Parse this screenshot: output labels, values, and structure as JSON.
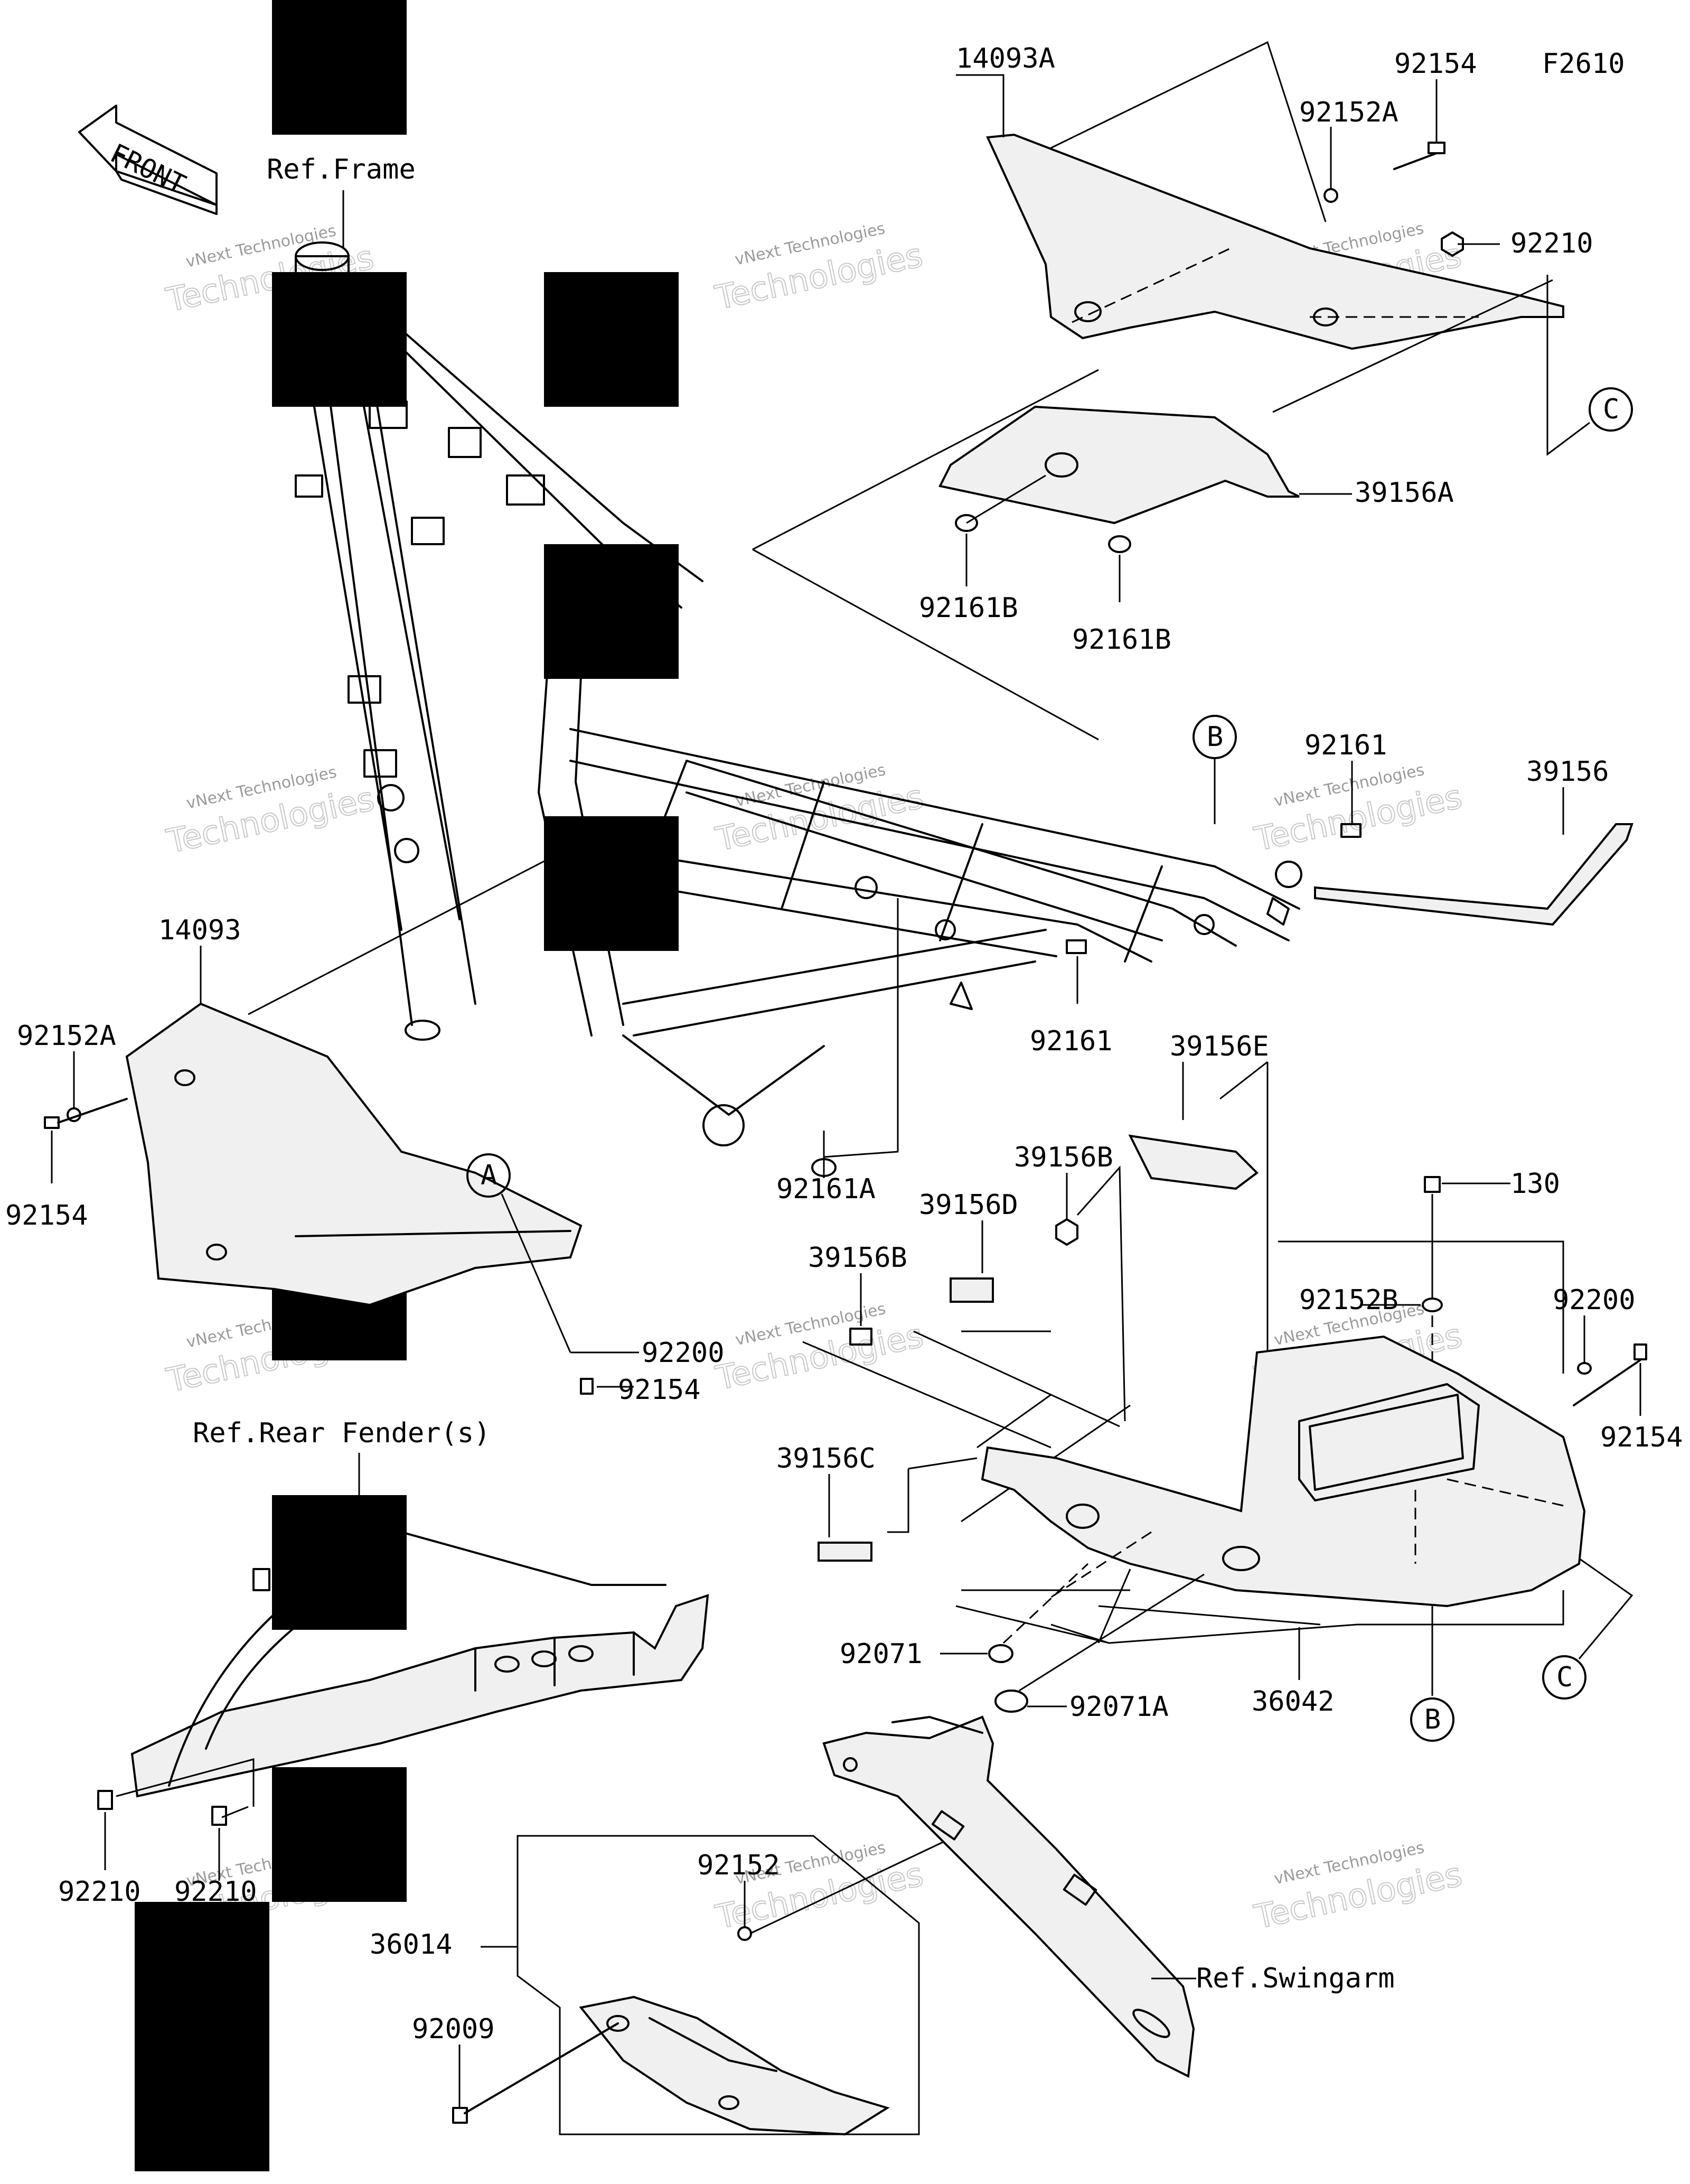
{
  "figure_code": "F2610",
  "front_label": "FRONT",
  "watermark": {
    "line1": "vNext Technologies",
    "line2": "Technologies"
  },
  "refs": {
    "frame": "Ref.Frame",
    "rear_fender": "Ref.Rear Fender(s)",
    "swingarm": "Ref.Swingarm"
  },
  "callouts": {
    "a": "A",
    "b": "B",
    "c": "C"
  },
  "parts": {
    "p14093A": "14093A",
    "p92154_top": "92154",
    "p92152A_top": "92152A",
    "p92210_top": "92210",
    "p39156A": "39156A",
    "p92161B_left": "92161B",
    "p92161B_right": "92161B",
    "p92161_top": "92161",
    "p39156": "39156",
    "p92161_low": "92161",
    "p39156E": "39156E",
    "p14093": "14093",
    "p92152A_left": "92152A",
    "p92154_left": "92154",
    "p92161A": "92161A",
    "p39156B_top": "39156B",
    "p130": "130",
    "p39156D": "39156D",
    "p39156B_mid": "39156B",
    "p92152B": "92152B",
    "p92200_right": "92200",
    "p92200_mid": "92200",
    "p92154_mid": "92154",
    "p92154_right": "92154",
    "p39156C": "39156C",
    "p92071": "92071",
    "p92071A": "92071A",
    "p36042": "36042",
    "p92210_low": "92210",
    "p92210_low2": "92210",
    "p92152": "92152",
    "p36014": "36014",
    "p92009": "92009"
  }
}
